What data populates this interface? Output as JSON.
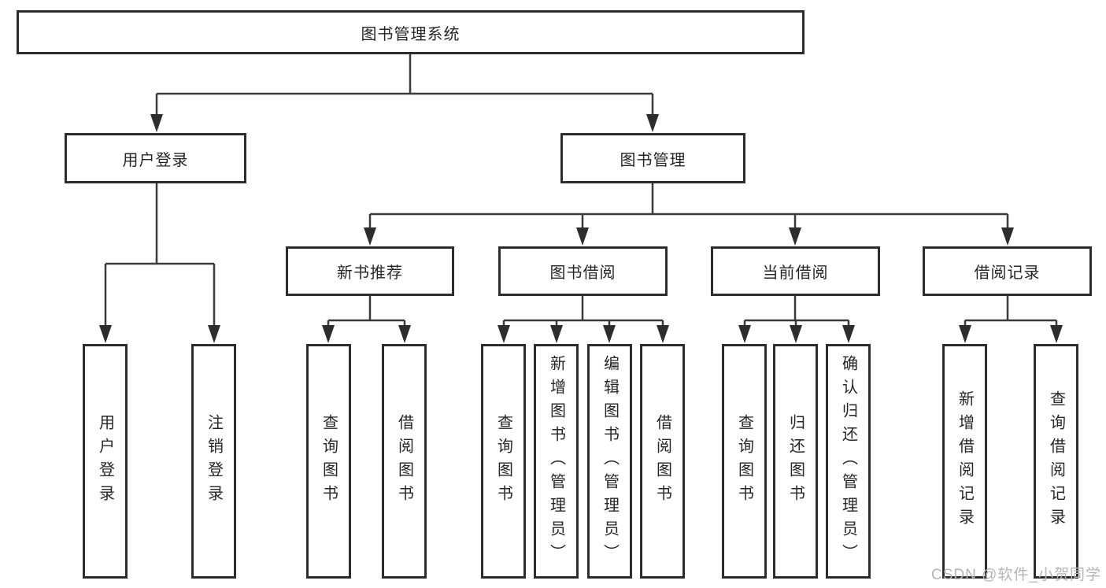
{
  "diagram_title": "图书管理系统",
  "tree": {
    "label": "图书管理系统",
    "children": [
      {
        "label": "用户登录",
        "children": [
          {
            "label": "用户登录"
          },
          {
            "label": "注销登录"
          }
        ]
      },
      {
        "label": "图书管理",
        "children": [
          {
            "label": "新书推荐",
            "children": [
              {
                "label": "查询图书"
              },
              {
                "label": "借阅图书"
              }
            ]
          },
          {
            "label": "图书借阅",
            "children": [
              {
                "label": "查询图书"
              },
              {
                "label": "新增图书（管理员）"
              },
              {
                "label": "编辑图书（管理员）"
              },
              {
                "label": "借阅图书"
              }
            ]
          },
          {
            "label": "当前借阅",
            "children": [
              {
                "label": "查询图书"
              },
              {
                "label": "归还图书"
              },
              {
                "label": "确认归还（管理员）"
              }
            ]
          },
          {
            "label": "借阅记录",
            "children": [
              {
                "label": "新增借阅记录"
              },
              {
                "label": "查询借阅记录"
              }
            ]
          }
        ]
      }
    ]
  },
  "watermark": "CSDN @软件_小贺同学",
  "colors": {
    "line": "#3a3a3a",
    "box_border": "#2d2d2d",
    "text": "#262626",
    "watermark": "#b5b5b5",
    "background": "#ffffff"
  }
}
